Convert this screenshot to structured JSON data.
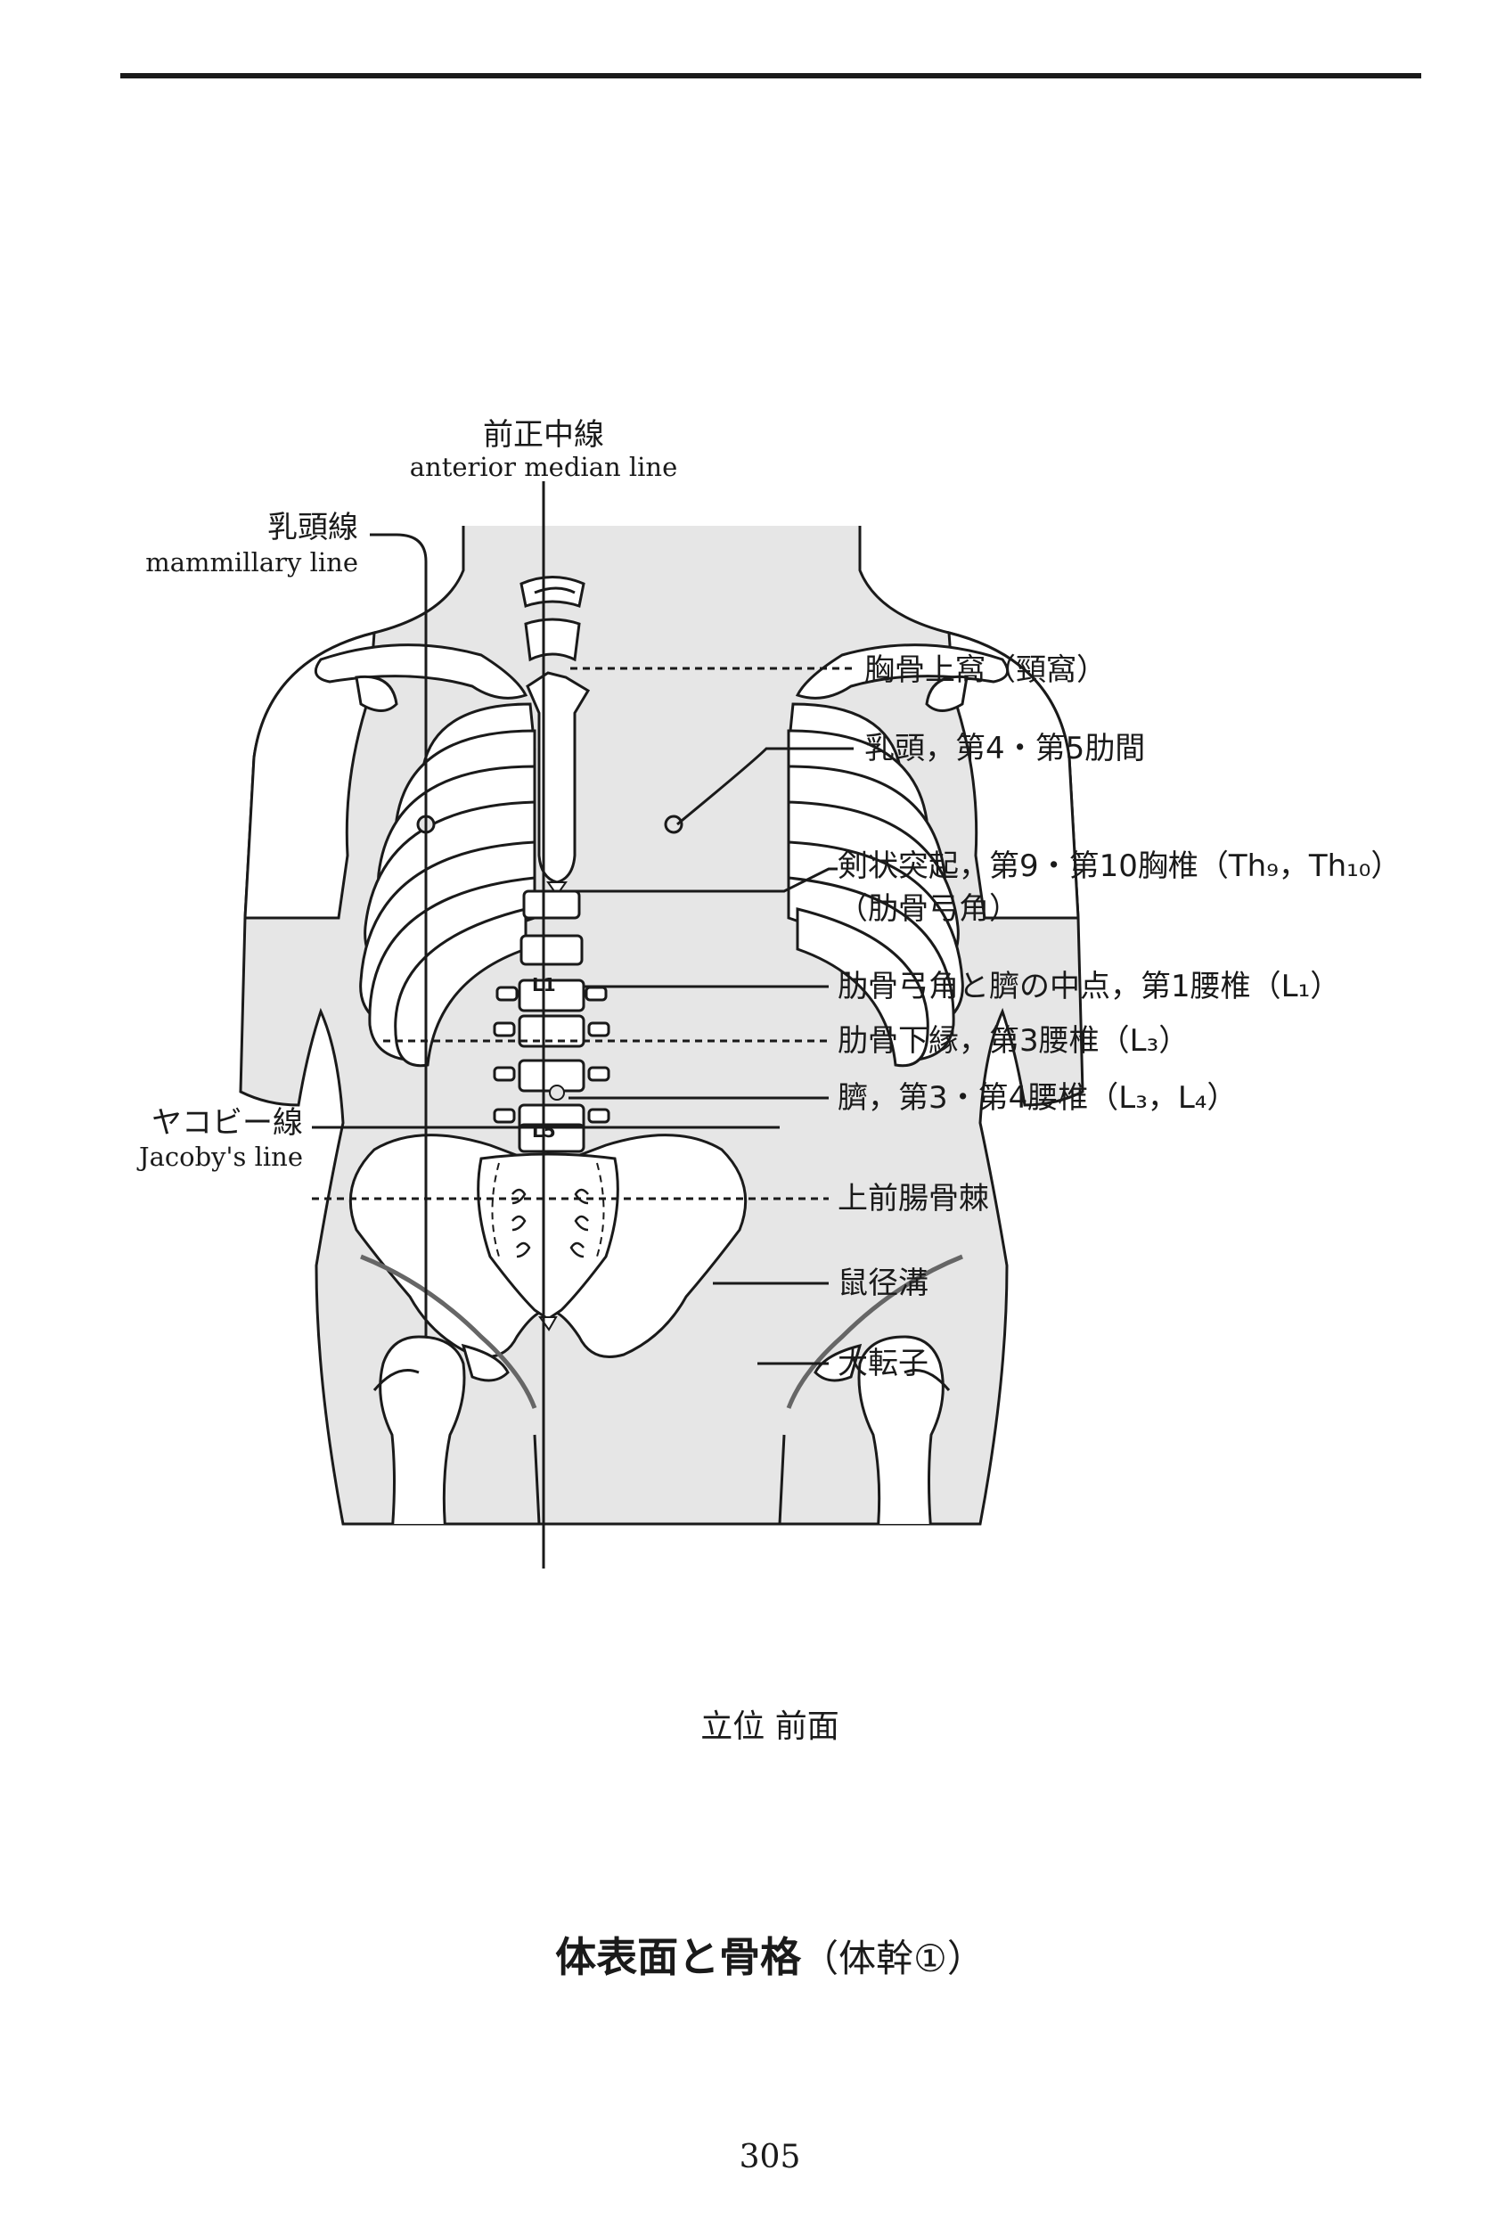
{
  "labels": {
    "median_jp": "前正中線",
    "median_en": "anterior median line",
    "mammillary_jp": "乳頭線",
    "mammillary_en": "mammillary line",
    "jacoby_jp": "ヤコビー線",
    "jacoby_en": "Jacoby's line",
    "suprasternal": "胸骨上窩（頸窩）",
    "nipple": "乳頭，第4・第5肋間",
    "xiphoid_line1": "剣状突起，第9・第10胸椎（Th₉，Th₁₀）",
    "xiphoid_line2": "（肋骨弓角）",
    "midpoint": "肋骨弓角と臍の中点，第1腰椎（L₁）",
    "costal_margin": "肋骨下縁，第3腰椎（L₃）",
    "umbilicus": "臍，第3・第4腰椎（L₃，L₄）",
    "asis": "上前腸骨棘",
    "inguinal": "鼠径溝",
    "trochanter": "大転子",
    "vertebra_L1": "L1",
    "vertebra_L5": "L5"
  },
  "caption": "立位 前面",
  "section_title": {
    "main": "体表面と骨格",
    "sub": "（体幹①）"
  },
  "page_number": "305",
  "colors": {
    "skin": "#e6e6e6",
    "bone": "#ffffff",
    "line": "#1a1a1a",
    "groove": "#666666"
  }
}
